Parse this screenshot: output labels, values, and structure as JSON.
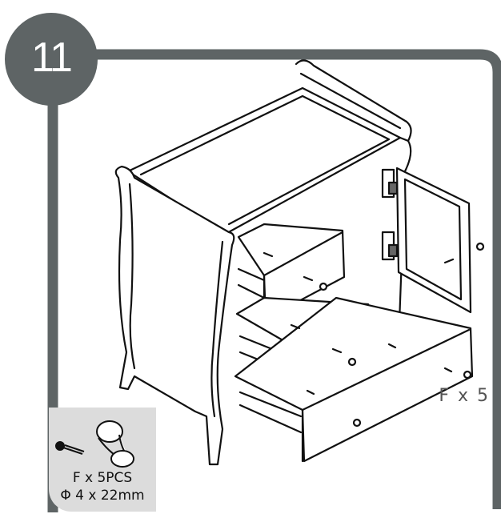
{
  "step": {
    "number": "11"
  },
  "fasteners": {
    "count_label": "F x 5"
  },
  "hardware": {
    "quantity": "F x 5PCS",
    "size": "Φ 4 x 22mm"
  },
  "colors": {
    "frame": "#5e6465",
    "panel": "#dcdcdc",
    "line": "#111111"
  },
  "icons": [
    "screw-icon",
    "knob-icon"
  ]
}
